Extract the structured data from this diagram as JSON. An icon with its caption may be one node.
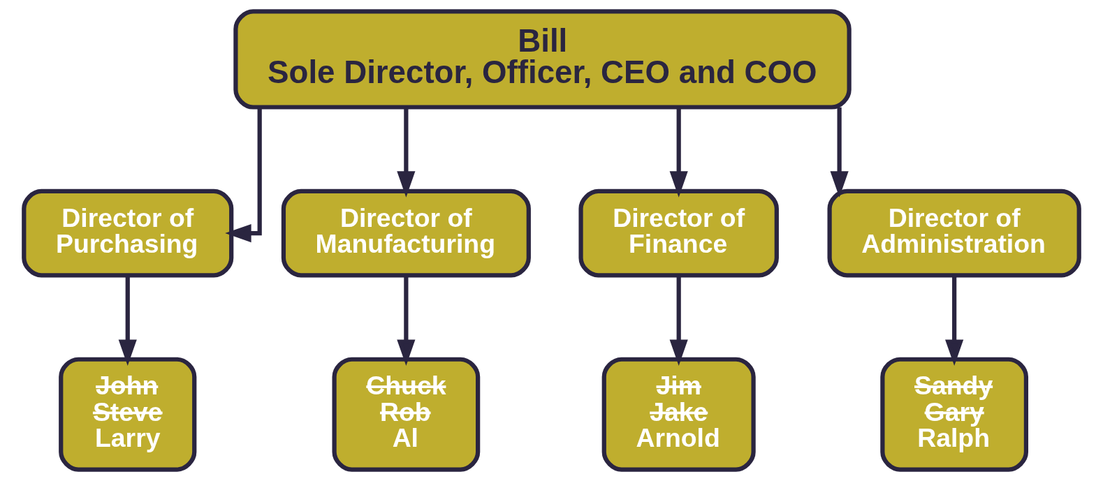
{
  "diagram": {
    "nodes": [
      {
        "text": [
          "Bill",
          "Sole Director, Officer, CEO and COO"
        ]
      },
      {
        "text": [
          "Director of Purchasing"
        ]
      },
      {
        "text": [
          "Director of Manufacturing"
        ]
      },
      {
        "text": [
          "Director of Finance"
        ]
      },
      {
        "text": [
          "Director of Administration"
        ]
      },
      {
        "text": [
          "John",
          "Steve",
          "Larry"
        ]
      },
      {
        "text": [
          "Chuck",
          "Rob",
          "Al"
        ]
      },
      {
        "text": [
          "Jim",
          "Jake",
          "Arnold"
        ]
      },
      {
        "text": [
          "Sandy",
          "Gary",
          "Ralph"
        ]
      }
    ],
    "edges": [
      {
        "from": 0,
        "to": 1,
        "arrow": "to"
      },
      {
        "from": 0,
        "to": 2,
        "arrow": "to"
      },
      {
        "from": 0,
        "to": 3,
        "arrow": "to"
      },
      {
        "from": 0,
        "to": 4,
        "arrow": "to"
      },
      {
        "from": 1,
        "to": 5,
        "arrow": "to"
      },
      {
        "from": 2,
        "to": 6,
        "arrow": "to"
      },
      {
        "from": 3,
        "to": 7,
        "arrow": "to"
      },
      {
        "from": 4,
        "to": 8,
        "arrow": "to"
      }
    ]
  }
}
